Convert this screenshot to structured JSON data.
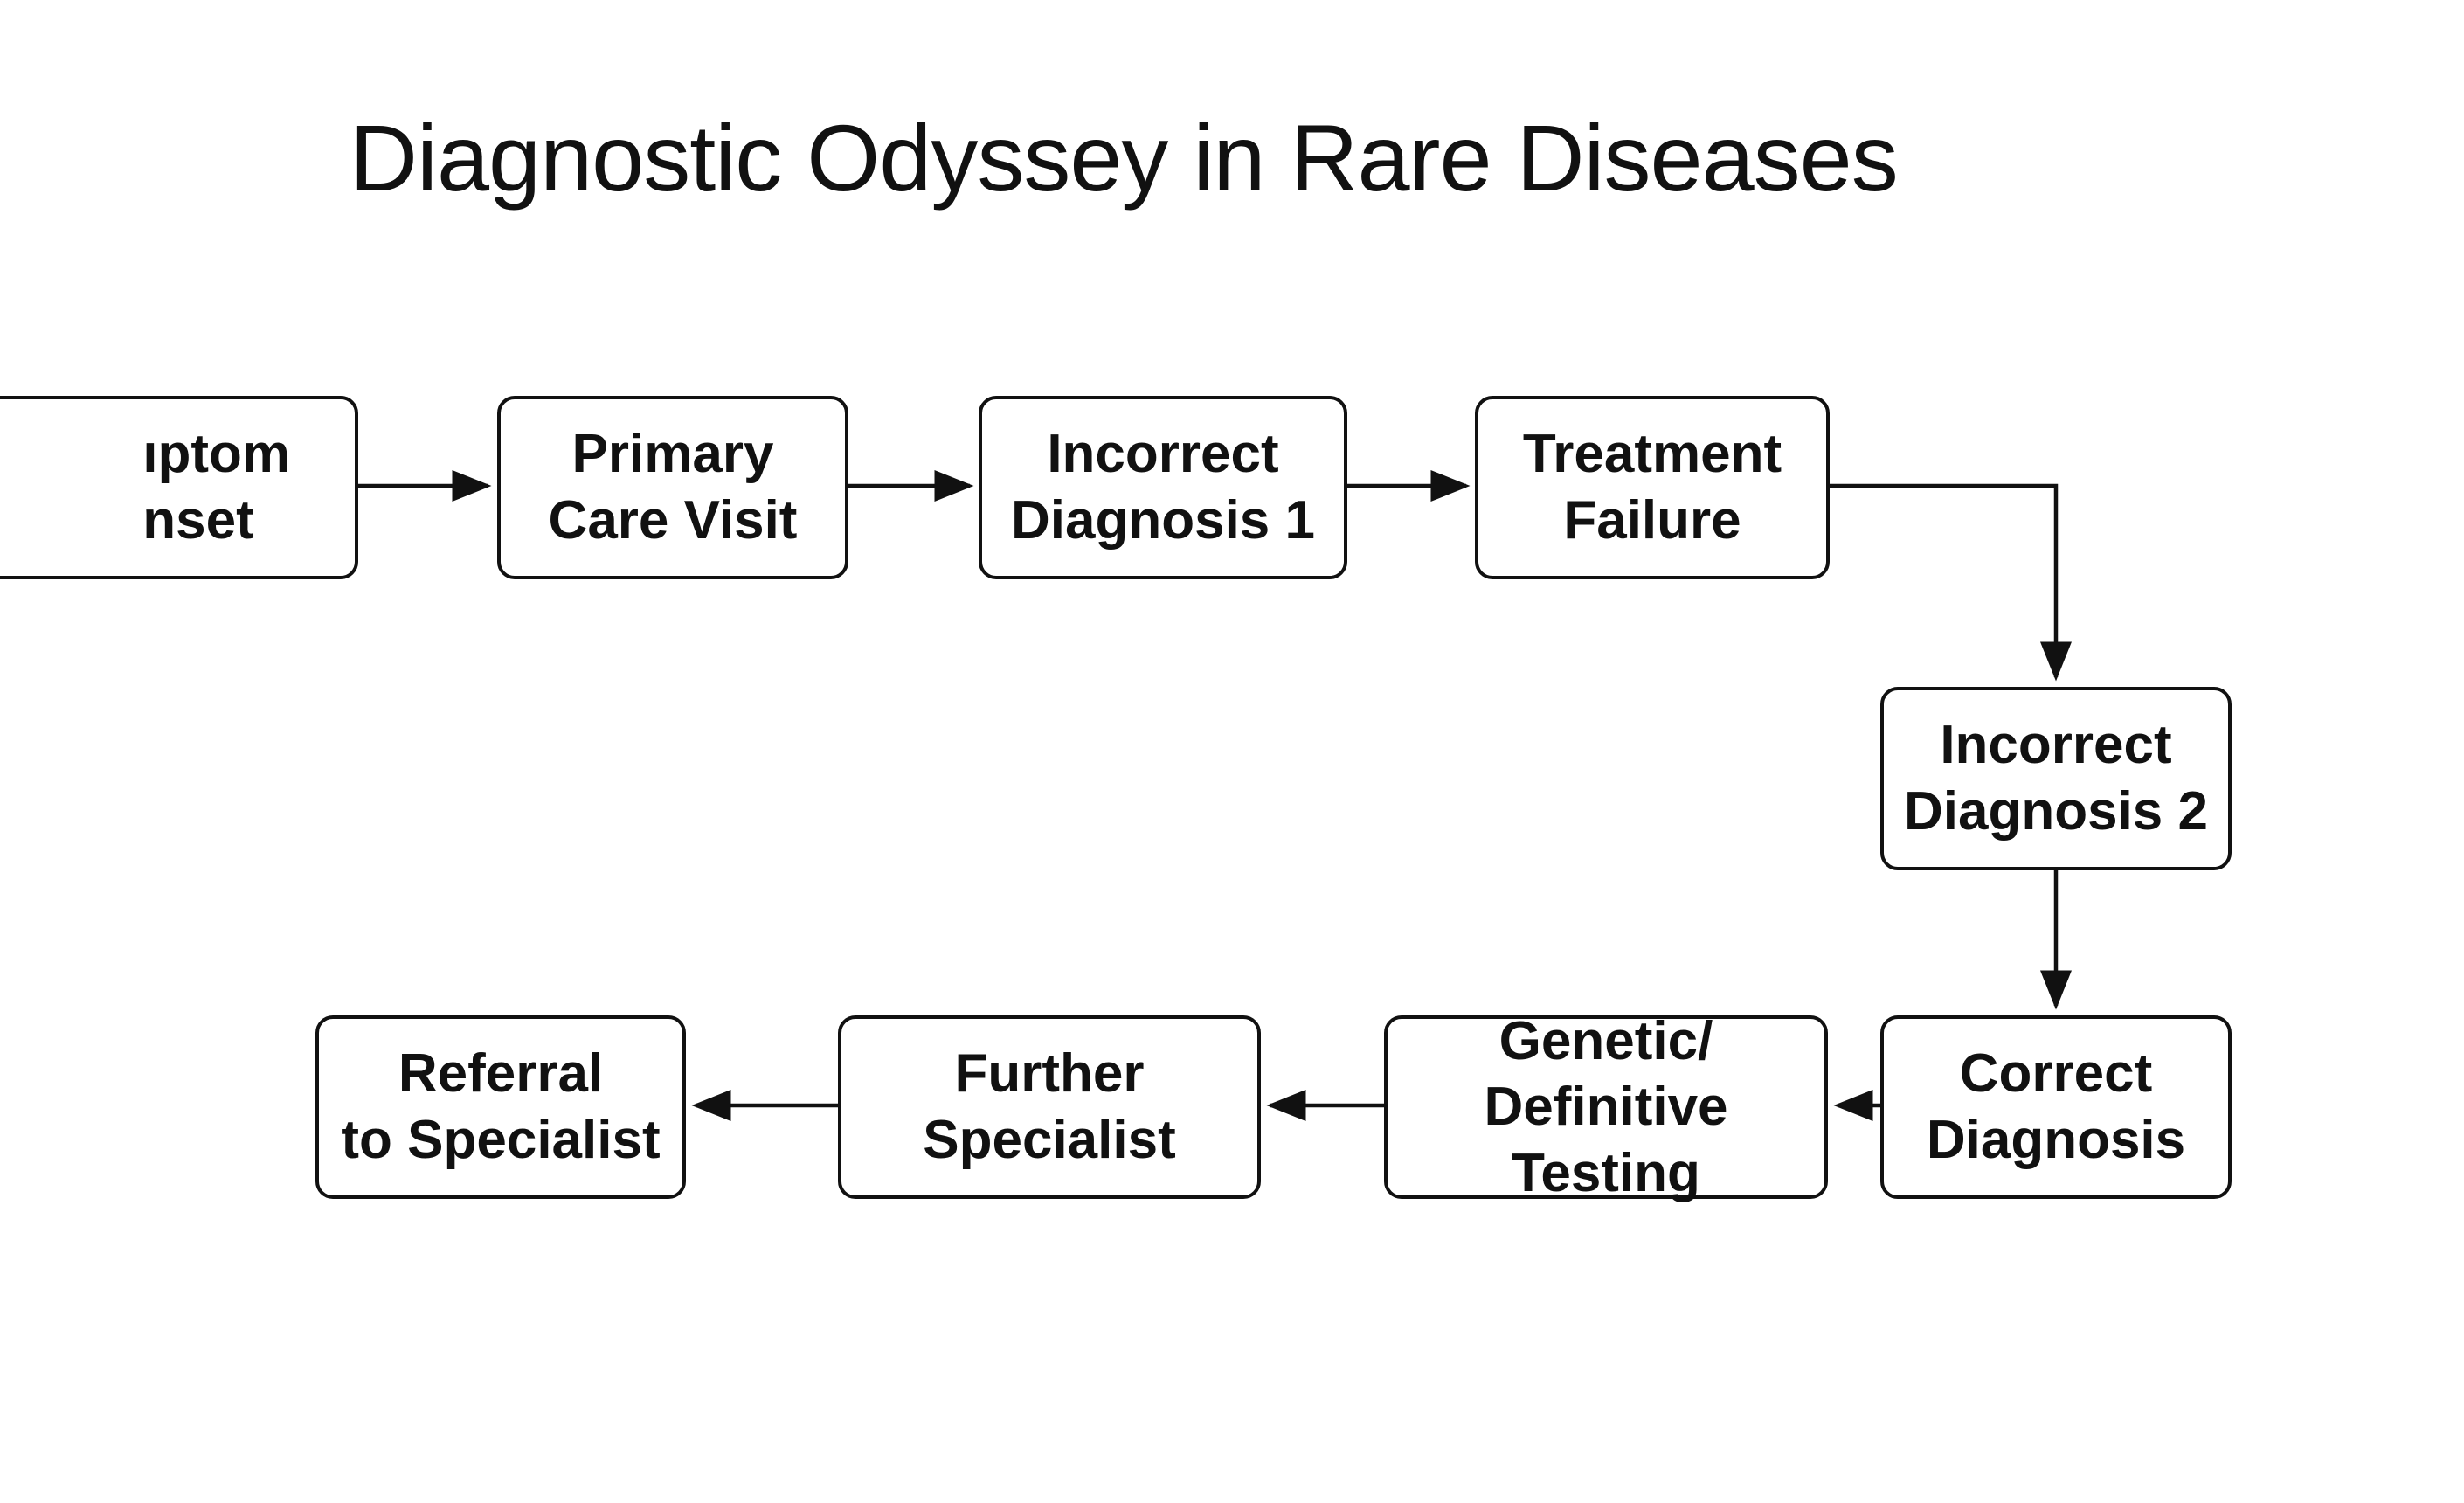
{
  "title": "Diagnostic Odyssey in Rare Diseases",
  "nodes": {
    "symptom_onset": "ıptom\nnset",
    "primary_care": "Primary\nCare Visit",
    "incorrect_1": "Incorrect\nDiagnosis 1",
    "treatment_failure": "Treatment\nFailure",
    "incorrect_2": "Incorrect\nDiagnosis 2",
    "correct": "Correct\nDiagnosis",
    "genetic_testing": "Genetic/\nDefinitive Testing",
    "further_specialist": "Further\nSpecialist",
    "referral": "Referral\nto Specialist"
  },
  "edges": [
    {
      "from": "symptom_onset",
      "to": "primary_care"
    },
    {
      "from": "primary_care",
      "to": "incorrect_1"
    },
    {
      "from": "incorrect_1",
      "to": "treatment_failure"
    },
    {
      "from": "treatment_failure",
      "to": "incorrect_2"
    },
    {
      "from": "incorrect_2",
      "to": "correct"
    },
    {
      "from": "correct",
      "to": "genetic_testing"
    },
    {
      "from": "genetic_testing",
      "to": "further_specialist"
    },
    {
      "from": "further_specialist",
      "to": "referral"
    }
  ],
  "colors": {
    "line": "#111111",
    "background": "#ffffff"
  }
}
